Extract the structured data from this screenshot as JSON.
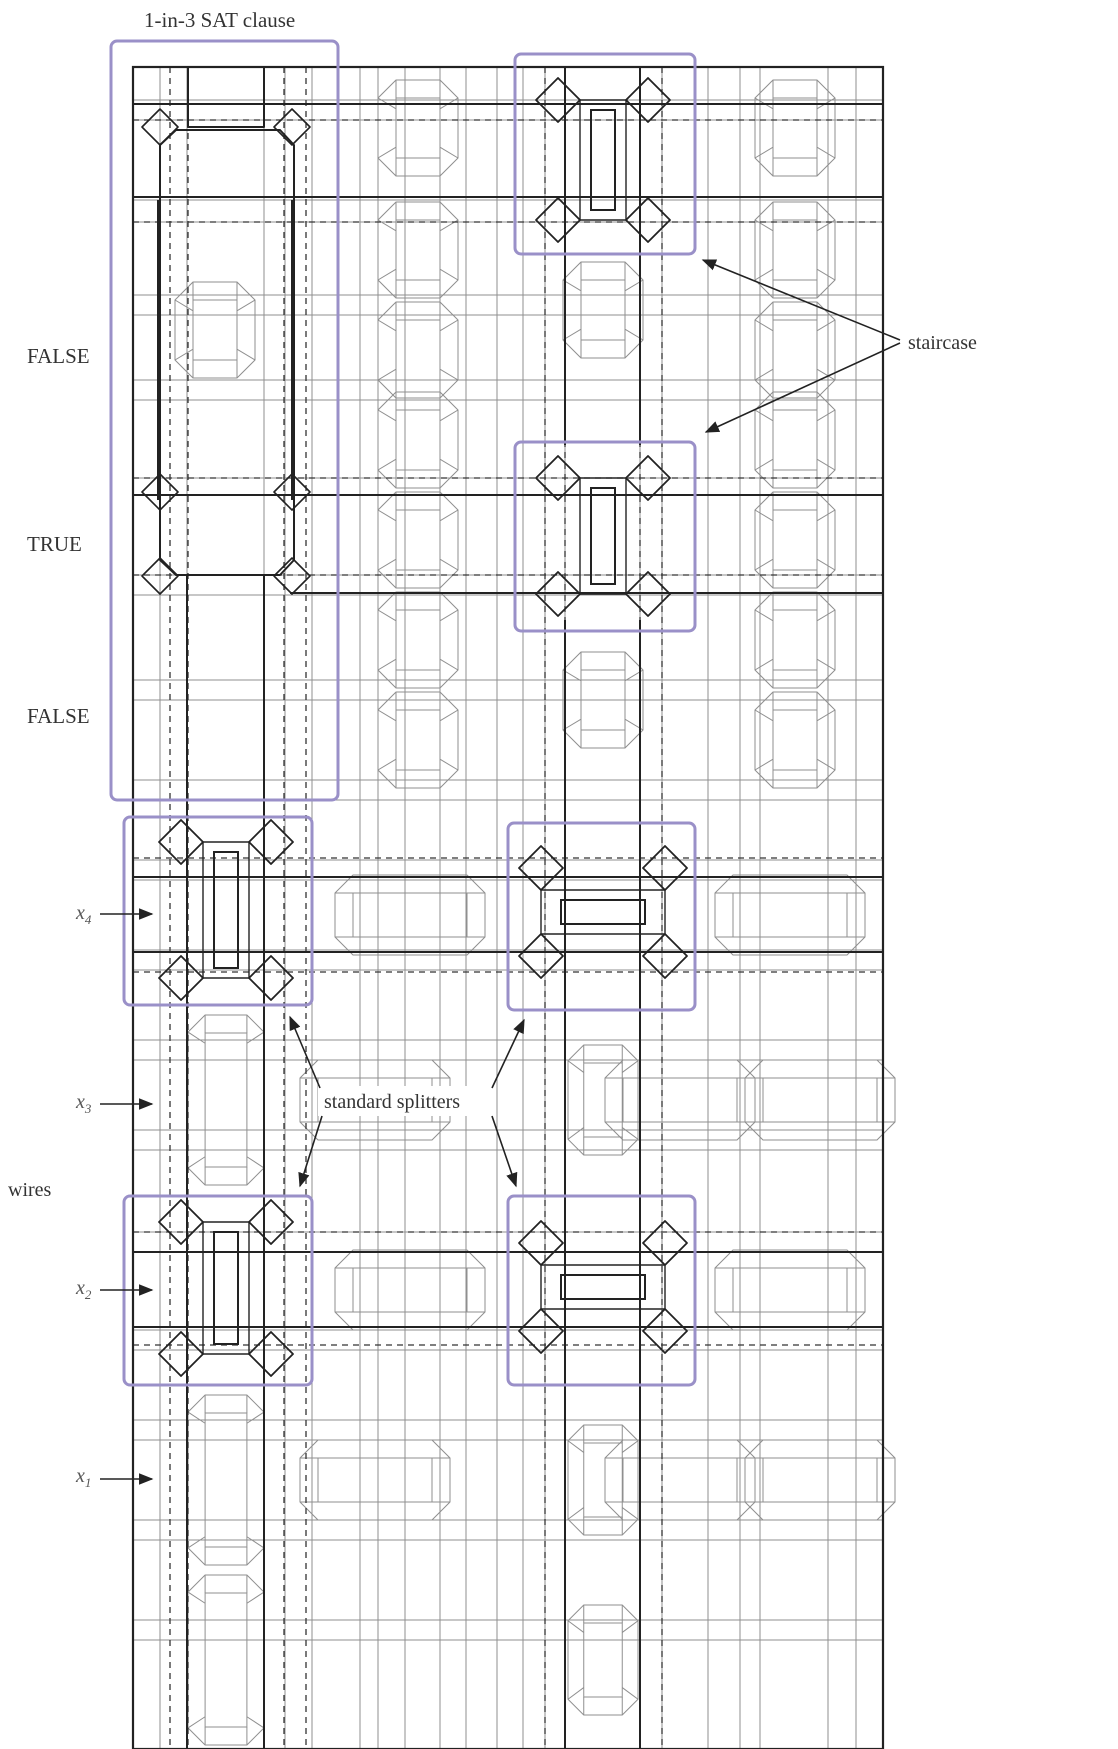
{
  "labels": {
    "clause_title": "1-in-3 SAT clause",
    "staircase": "staircase",
    "false_top": "FALSE",
    "true_mid": "TRUE",
    "false_bottom": "FALSE",
    "standard_splitters": "standard splitters",
    "wires": "wires",
    "x4_base": "x",
    "x4_sub": "4",
    "x3_base": "x",
    "x3_sub": "3",
    "x2_base": "x",
    "x2_sub": "2",
    "x1_base": "x",
    "x1_sub": "1"
  },
  "colors": {
    "box": "#9a90c8",
    "thin": "#8f8f8f",
    "thick": "#222222",
    "dashed": "#333333",
    "arrow": "#222222"
  }
}
